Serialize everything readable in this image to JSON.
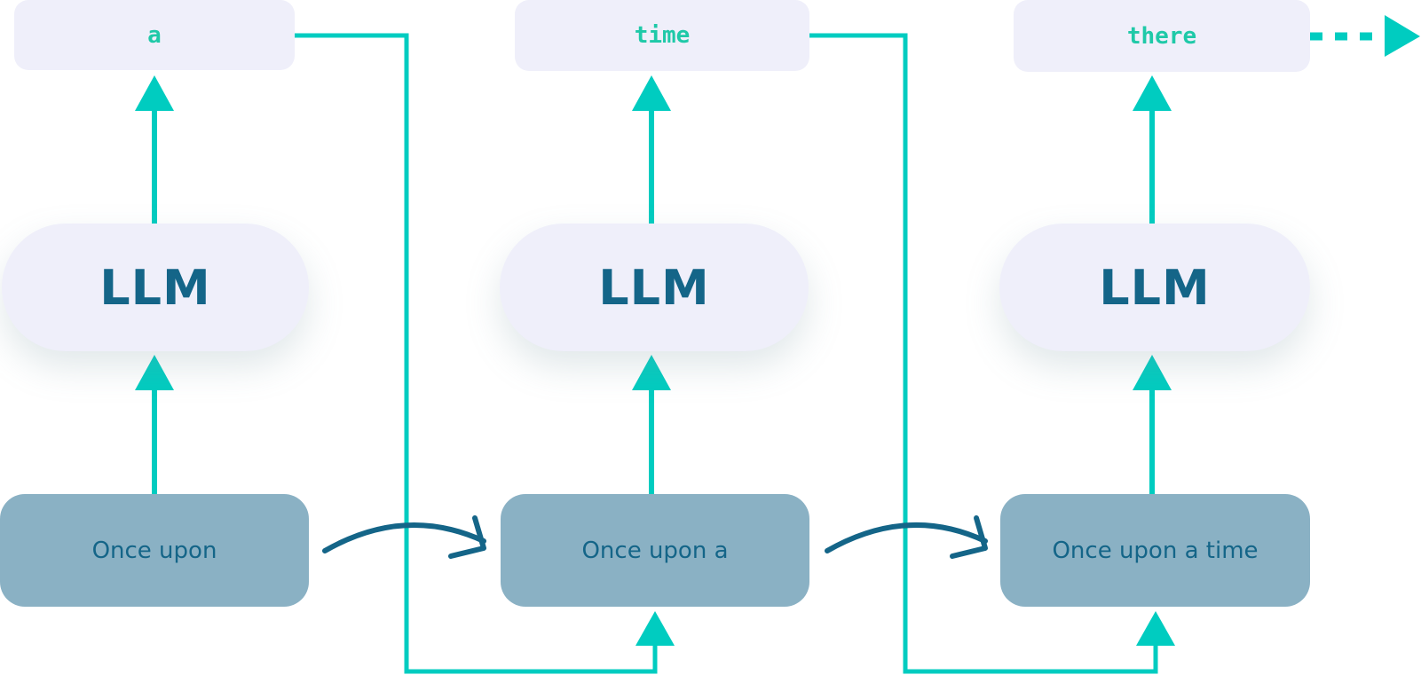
{
  "diagram": {
    "title": "Autoregressive LLM text generation",
    "colors": {
      "connector": "#00ccc0",
      "flow_arrow": "#146588",
      "token_bg": "#efeffa",
      "token_text": "#1fc9a8",
      "llm_bg": "#efeffa",
      "llm_text": "#146588",
      "input_bg": "#8ab1c4",
      "input_text": "#146588"
    },
    "steps": [
      {
        "input": "Once upon",
        "model": "LLM",
        "output": "a"
      },
      {
        "input": "Once upon a",
        "model": "LLM",
        "output": "time"
      },
      {
        "input": "Once upon a time",
        "model": "LLM",
        "output": "there"
      }
    ],
    "continuation": "dashed-arrow-right"
  }
}
